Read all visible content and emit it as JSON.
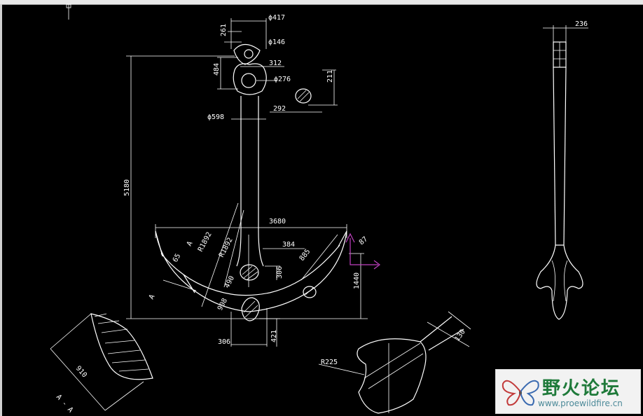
{
  "drawing": {
    "dimensions": {
      "d417": "ϕ417",
      "d261": "261",
      "d146": "ϕ146",
      "d312": "312",
      "d484": "484",
      "d276": "ϕ276",
      "d211": "211",
      "d292": "292",
      "d598": "ϕ598",
      "d5180": "5180",
      "d3680": "3680",
      "dR1892a": "R1892",
      "dR1892b": "R1892",
      "d65": "65",
      "dA1": "A",
      "dA2": "A",
      "d384": "384",
      "d885": "885",
      "d87": "87",
      "d306a": "306",
      "d1440": "1440",
      "d490": "490",
      "d908": "908",
      "d306b": "306",
      "d421": "421",
      "d236": "236",
      "d910": "910",
      "dAA": "A - A",
      "dR225": "R225",
      "d130": "130"
    }
  },
  "watermark": {
    "title": "野火论坛",
    "url": "www.proewildfire.cn"
  },
  "colors": {
    "background": "#000000",
    "lines": "#ffffff",
    "ucs_marker": "#c040c0",
    "watermark_green": "#1f7a3a"
  }
}
